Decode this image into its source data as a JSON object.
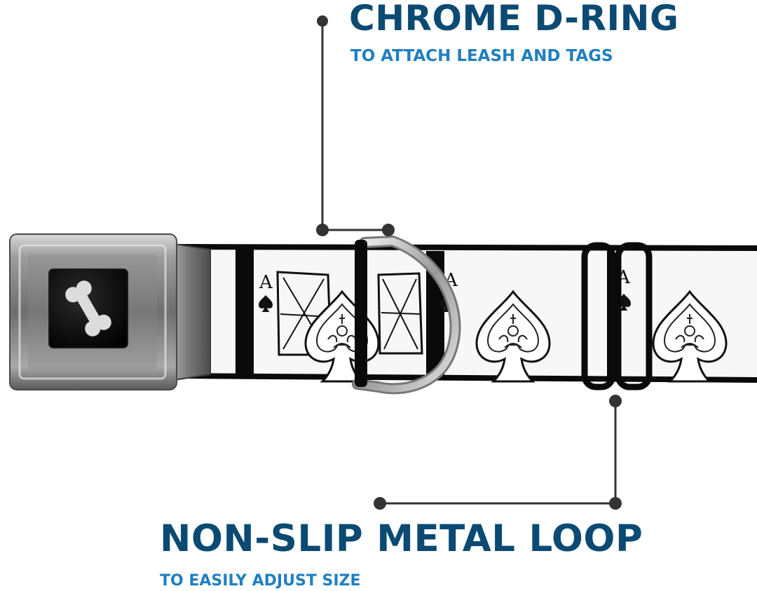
{
  "colors": {
    "title": "#0a4a73",
    "subtitle": "#1f7fc0",
    "callout_line": "#333333",
    "strap_border": "#0a0a0a",
    "strap_fill": "#f7f7f7"
  },
  "callouts": {
    "dring": {
      "title": "CHROME D-RING",
      "subtitle": "TO ATTACH LEASH AND TAGS"
    },
    "loop": {
      "title": "NON-SLIP METAL LOOP",
      "subtitle": "TO EASILY ADJUST SIZE"
    }
  },
  "product": {
    "buckle_icon": "bone-icon",
    "pattern_icon": "spade-icon",
    "card_rank": "A"
  }
}
